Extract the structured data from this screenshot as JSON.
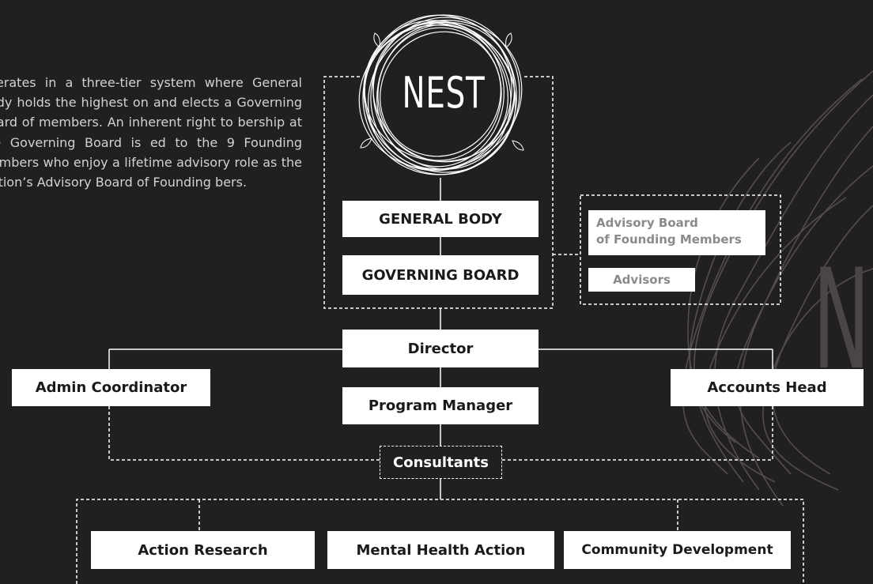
{
  "intro": {
    "text": "operates in a three-tier system where General Body holds the highest on and elects a Governing Board of members. An inherent right to bership at the Governing Board is ed to the 9 Founding Members who enjoy a lifetime advisory role as the isation’s Advisory Board of Founding bers."
  },
  "logo": {
    "word": "NEST"
  },
  "background": {
    "letter": "N"
  },
  "tiers": {
    "general_body": "GENERAL BODY",
    "governing_board": "GOVERNING BOARD"
  },
  "advisory": {
    "board_line1": "Advisory Board",
    "board_line2": "of Founding Members",
    "advisors": "Advisors"
  },
  "staff": {
    "director": "Director",
    "program_manager": "Program Manager",
    "admin_coordinator": "Admin Coordinator",
    "accounts_head": "Accounts Head",
    "consultants": "Consultants"
  },
  "programs": [
    "Action Research",
    "Mental Health Action",
    "Community Development"
  ],
  "colors": {
    "background": "#211f1f",
    "box_fill": "#ffffff",
    "line": "#ffffff",
    "muted_text": "#8a8a8a"
  }
}
